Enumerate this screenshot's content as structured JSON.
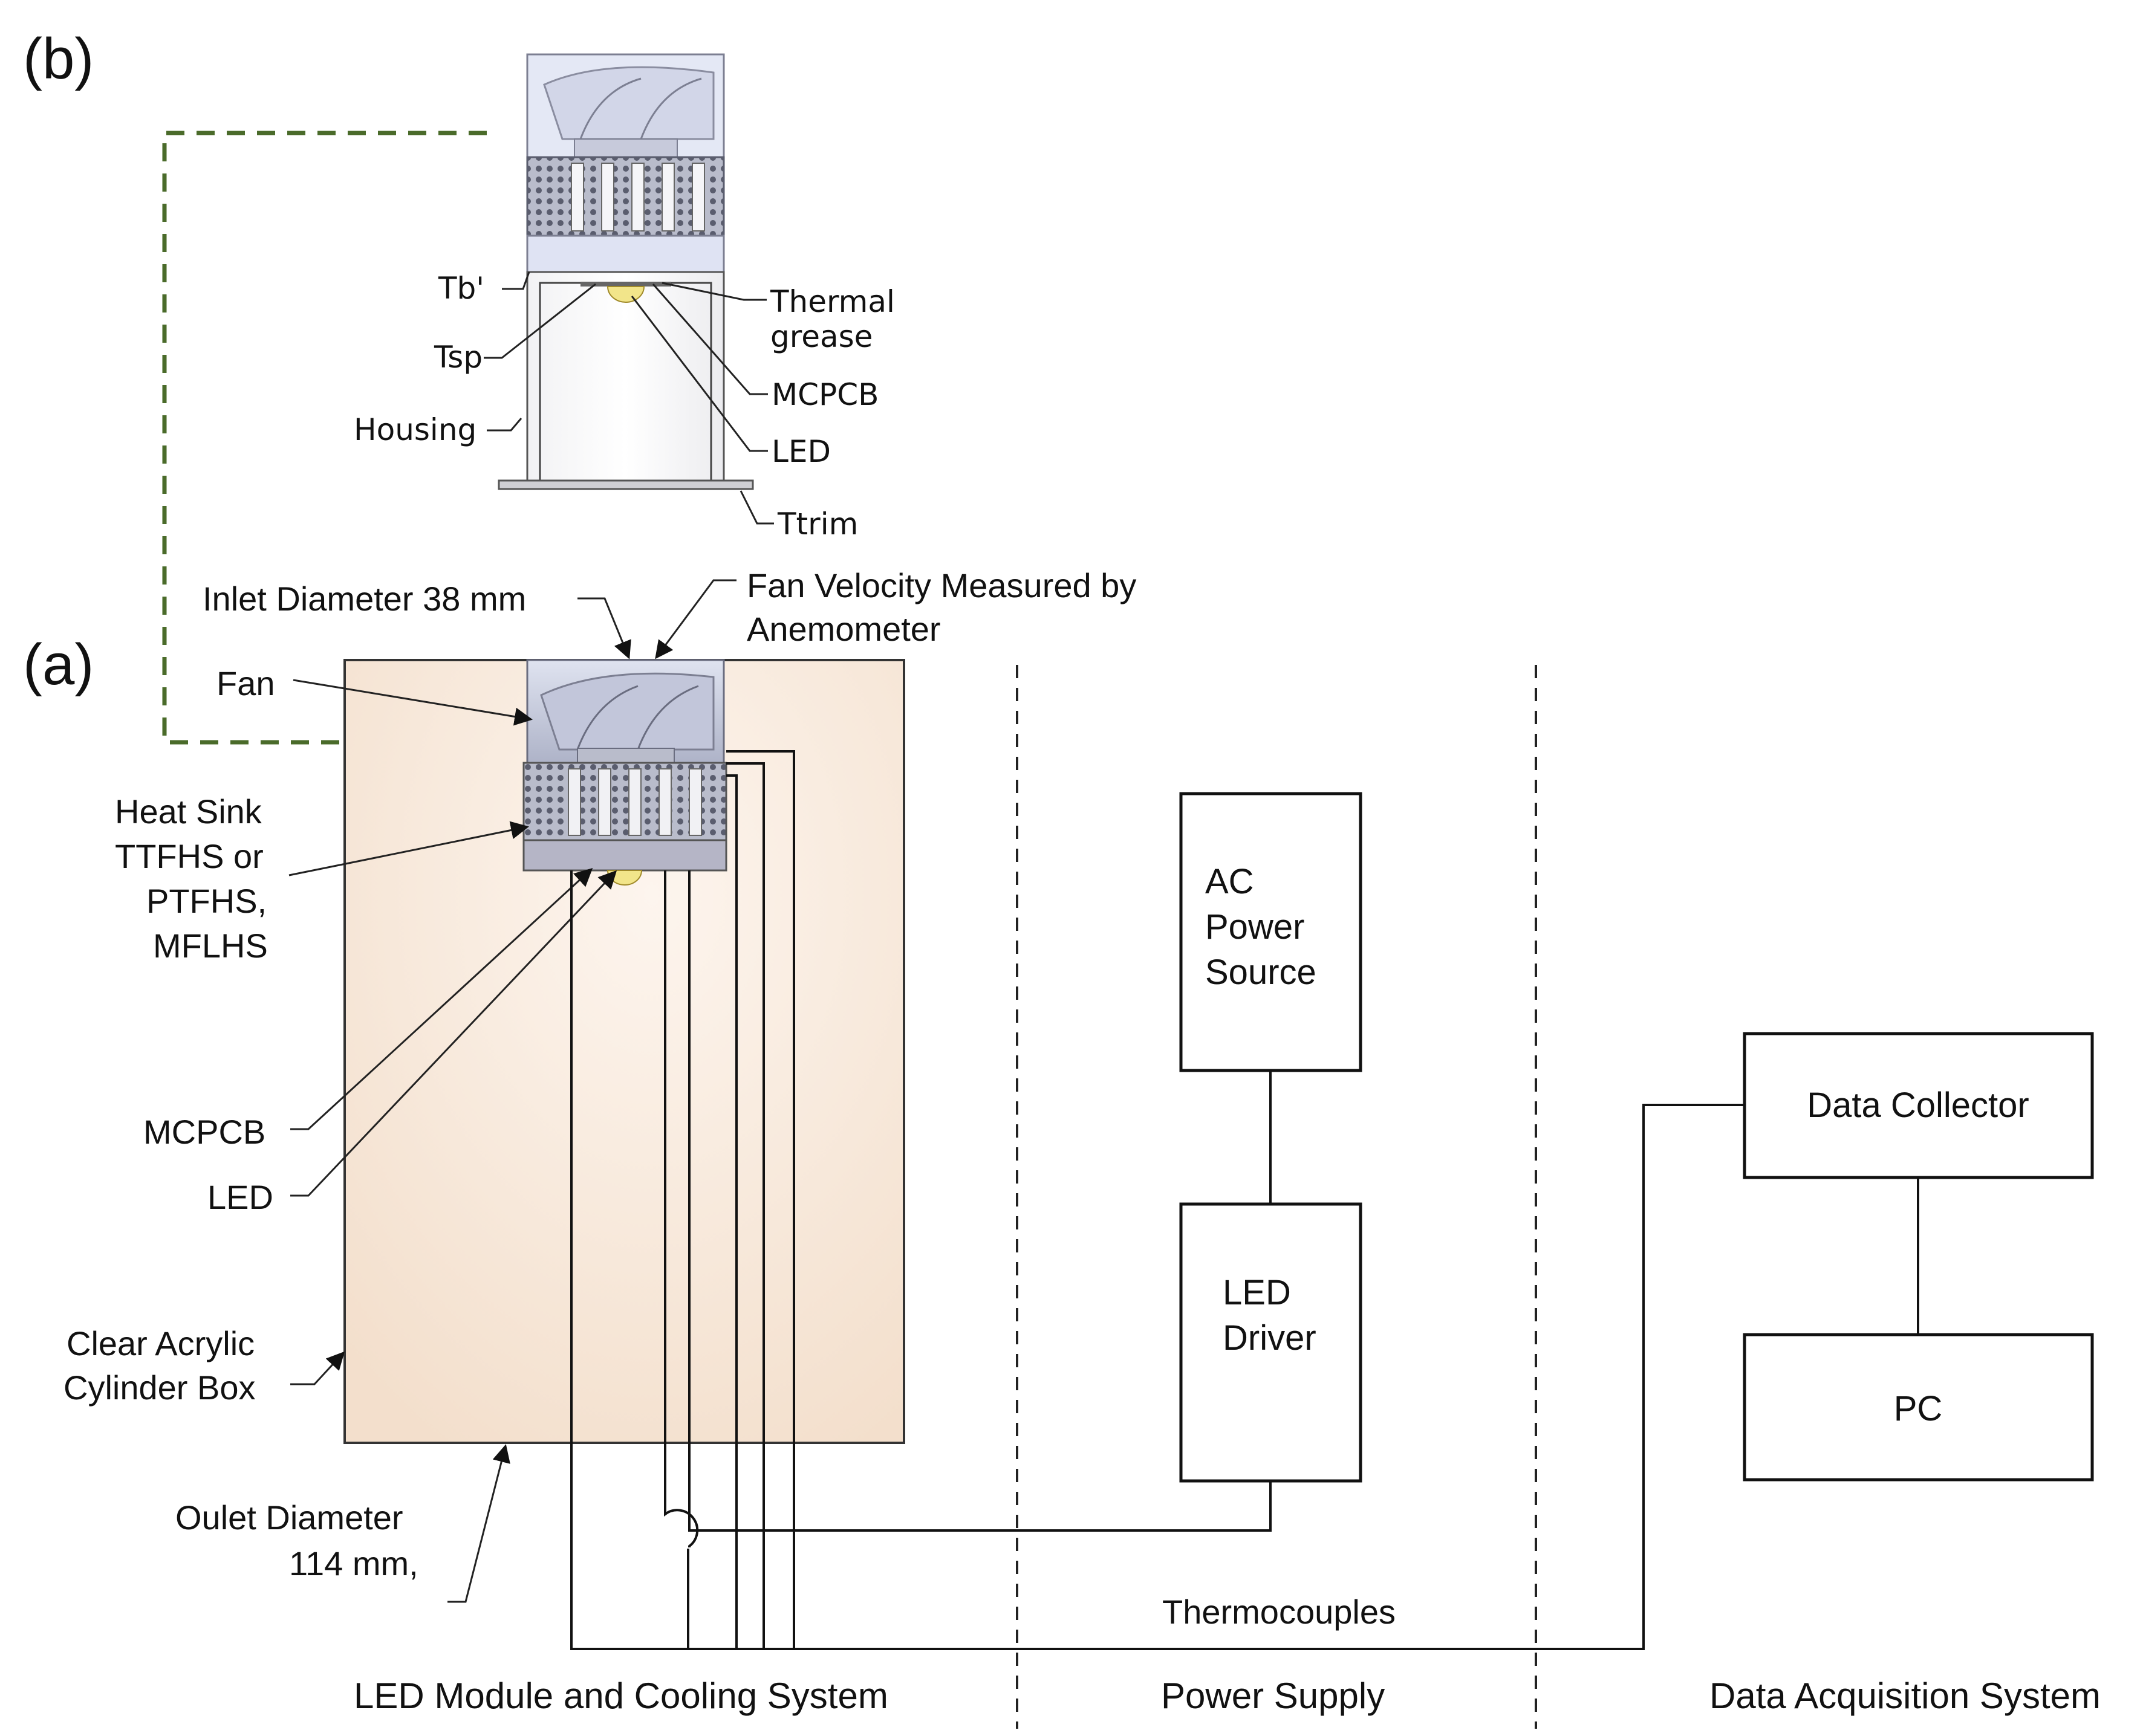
{
  "panel_labels": {
    "a": "(a)",
    "b": "(b)"
  },
  "detail_b": {
    "tb": "Tb'",
    "tsp": "Tsp",
    "housing": "Housing",
    "thermal_grease_1": "Thermal",
    "thermal_grease_2": "grease",
    "mcpcb": "MCPCB",
    "led": "LED",
    "ttrim": "Ttrim"
  },
  "setup_a": {
    "inlet": "Inlet Diameter 38 mm",
    "fan_velocity_1": "Fan Velocity Measured by",
    "fan_velocity_2": "Anemometer",
    "fan": "Fan",
    "heat_sink_1": "Heat Sink",
    "heat_sink_2": "TTFHS or",
    "heat_sink_3": "PTFHS,",
    "heat_sink_4": "MFLHS",
    "mcpcb": "MCPCB",
    "led": "LED",
    "cylinder_1": "Clear Acrylic",
    "cylinder_2": "Cylinder Box",
    "outlet_1": "Oulet Diameter",
    "outlet_2": "114 mm,"
  },
  "boxes": {
    "ac_1": "AC",
    "ac_2": "Power",
    "ac_3": "Source",
    "driver_1": "LED",
    "driver_2": "Driver",
    "data_collector": "Data Collector",
    "pc": "PC"
  },
  "wires": {
    "thermocouples": "Thermocouples"
  },
  "sections": {
    "led_module": "LED Module and Cooling System",
    "power": "Power Supply",
    "daq": "Data Acquisition System"
  },
  "colors": {
    "flow_arrow": "#4a6b2a",
    "cylinder_fill": "#f7e6d6",
    "fan_fill": "#c9ccdc",
    "heatsink_fill": "#b8b8c8",
    "led_fill": "#f2e58a"
  }
}
